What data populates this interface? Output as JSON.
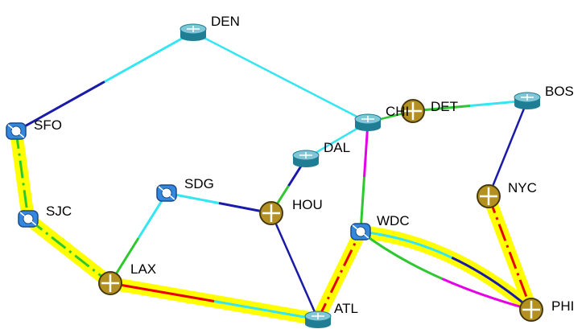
{
  "colors": {
    "background": "#ffffff",
    "highlight": "#ffff00",
    "cyan": "#33e6f2",
    "blue": "#1a1aa8",
    "green": "#2ec82e",
    "magenta": "#e600e6",
    "red": "#e80000",
    "router_body": "#1f7e94",
    "router_top": "#7fc6d6",
    "sun_router": "#b49020",
    "sun_router_edge": "#5a4a10",
    "switch_body": "#3388dd"
  },
  "nodes": [
    {
      "id": "DEN",
      "label": "DEN",
      "icon": "router-icon"
    },
    {
      "id": "SFO",
      "label": "SFO",
      "icon": "switch-icon"
    },
    {
      "id": "SJC",
      "label": "SJC",
      "icon": "switch-icon"
    },
    {
      "id": "SDG",
      "label": "SDG",
      "icon": "switch-icon"
    },
    {
      "id": "LAX",
      "label": "LAX",
      "icon": "cross-router-icon"
    },
    {
      "id": "HOU",
      "label": "HOU",
      "icon": "cross-router-icon"
    },
    {
      "id": "DAL",
      "label": "DAL",
      "icon": "router-icon"
    },
    {
      "id": "CHI",
      "label": "CHI",
      "icon": "router-icon"
    },
    {
      "id": "DET",
      "label": "DET",
      "icon": "cross-router-icon"
    },
    {
      "id": "BOS",
      "label": "BOS",
      "icon": "router-icon"
    },
    {
      "id": "NYC",
      "label": "NYC",
      "icon": "cross-router-icon"
    },
    {
      "id": "WDC",
      "label": "WDC",
      "icon": "switch-icon"
    },
    {
      "id": "ATL",
      "label": "ATL",
      "icon": "router-icon"
    },
    {
      "id": "PHI",
      "label": "PHI",
      "icon": "cross-router-icon"
    }
  ],
  "links": [
    {
      "from": "SFO",
      "to": "DEN",
      "colors": [
        "blue",
        "cyan"
      ]
    },
    {
      "from": "DEN",
      "to": "CHI",
      "colors": [
        "cyan"
      ]
    },
    {
      "from": "CHI",
      "to": "DET",
      "colors": [
        "green"
      ]
    },
    {
      "from": "DET",
      "to": "BOS",
      "colors": [
        "green",
        "cyan"
      ]
    },
    {
      "from": "BOS",
      "to": "NYC",
      "colors": [
        "blue"
      ]
    },
    {
      "from": "SFO",
      "to": "SJC",
      "colors": [
        "green"
      ],
      "highlighted": true
    },
    {
      "from": "SJC",
      "to": "LAX",
      "colors": [
        "green"
      ],
      "highlighted": true
    },
    {
      "from": "LAX",
      "to": "ATL",
      "colors": [
        "red",
        "cyan"
      ],
      "highlighted": true
    },
    {
      "from": "ATL",
      "to": "WDC",
      "colors": [
        "red"
      ],
      "highlighted": true
    },
    {
      "from": "WDC",
      "to": "PHI",
      "colors": [
        "cyan",
        "blue"
      ],
      "highlighted": true
    },
    {
      "from": "NYC",
      "to": "PHI",
      "colors": [
        "red"
      ],
      "highlighted": true
    },
    {
      "from": "WDC",
      "to": "PHI",
      "colors": [
        "green",
        "magenta"
      ]
    },
    {
      "from": "SDG",
      "to": "LAX",
      "colors": [
        "cyan",
        "green"
      ]
    },
    {
      "from": "SDG",
      "to": "HOU",
      "colors": [
        "cyan",
        "blue"
      ]
    },
    {
      "from": "HOU",
      "to": "DAL",
      "colors": [
        "green",
        "blue"
      ]
    },
    {
      "from": "HOU",
      "to": "ATL",
      "colors": [
        "blue"
      ]
    },
    {
      "from": "DAL",
      "to": "CHI",
      "colors": [
        "cyan"
      ]
    },
    {
      "from": "CHI",
      "to": "WDC",
      "colors": [
        "magenta",
        "green"
      ]
    }
  ]
}
